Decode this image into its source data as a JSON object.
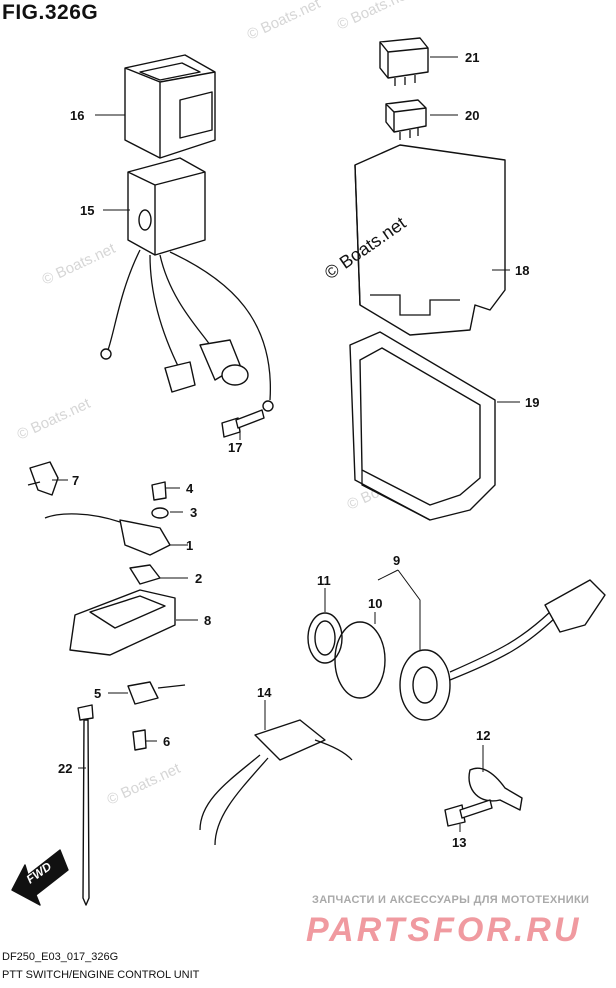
{
  "figure": {
    "title": "FIG.326G",
    "code": "DF250_E03_017_326G",
    "description": "PTT SWITCH/ENGINE CONTROL UNIT"
  },
  "callouts": [
    "1",
    "2",
    "3",
    "4",
    "5",
    "6",
    "7",
    "8",
    "9",
    "10",
    "11",
    "12",
    "13",
    "14",
    "15",
    "16",
    "17",
    "18",
    "19",
    "20",
    "21",
    "22"
  ],
  "watermark": {
    "small": "© Boats.net",
    "large": "© Boats.net"
  },
  "direction_label": "FWD",
  "branding": {
    "subtitle": "ЗАПЧАСТИ И АКСЕССУАРЫ ДЛЯ МОТОТЕХНИКИ",
    "name": "PARTSFOR.RU",
    "color": "#f09aa0"
  }
}
